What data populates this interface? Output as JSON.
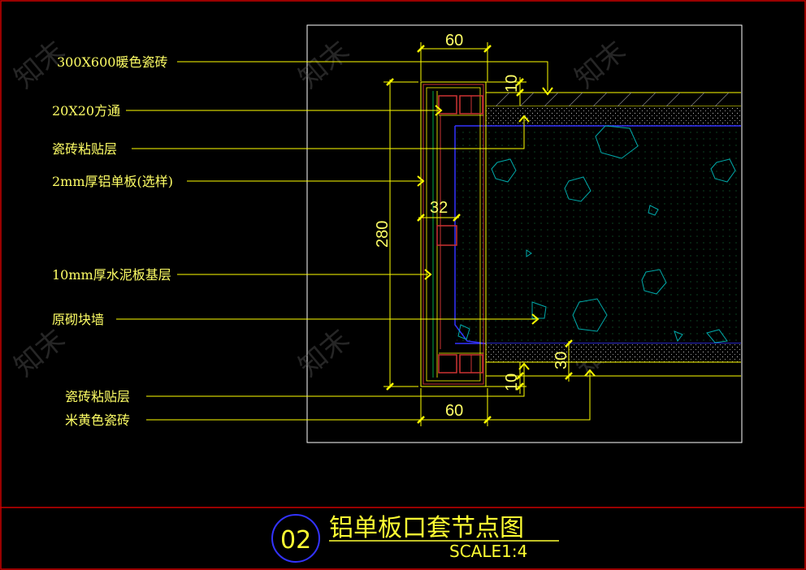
{
  "labels": {
    "tile_300x600": "300X600暖色瓷砖",
    "square_tube": "20X20方通",
    "adhesive_top": "瓷砖粘贴层",
    "aluminum_panel": "2mm厚铝单板(选样)",
    "cement_board": "10mm厚水泥板基层",
    "block_wall": "原砌块墙",
    "adhesive_bottom": "瓷砖粘贴层",
    "beige_tile": "米黄色瓷砖"
  },
  "dimensions": {
    "top_width": "60",
    "bottom_width": "60",
    "top_offset": "10",
    "bottom_offset": "10",
    "middle": "32",
    "height": "280",
    "thickness": "30"
  },
  "title_block": {
    "number": "02",
    "title": "铝单板口套节点图",
    "scale": "SCALE1:4"
  },
  "watermark": "知末",
  "colors": {
    "background": "#000000",
    "frame": "#ffffff",
    "border": "#cc0000",
    "annotation": "#ffff00",
    "wall_edge": "#3333ff",
    "aggregate": "#00aaaa",
    "structure": "#cc3333"
  }
}
